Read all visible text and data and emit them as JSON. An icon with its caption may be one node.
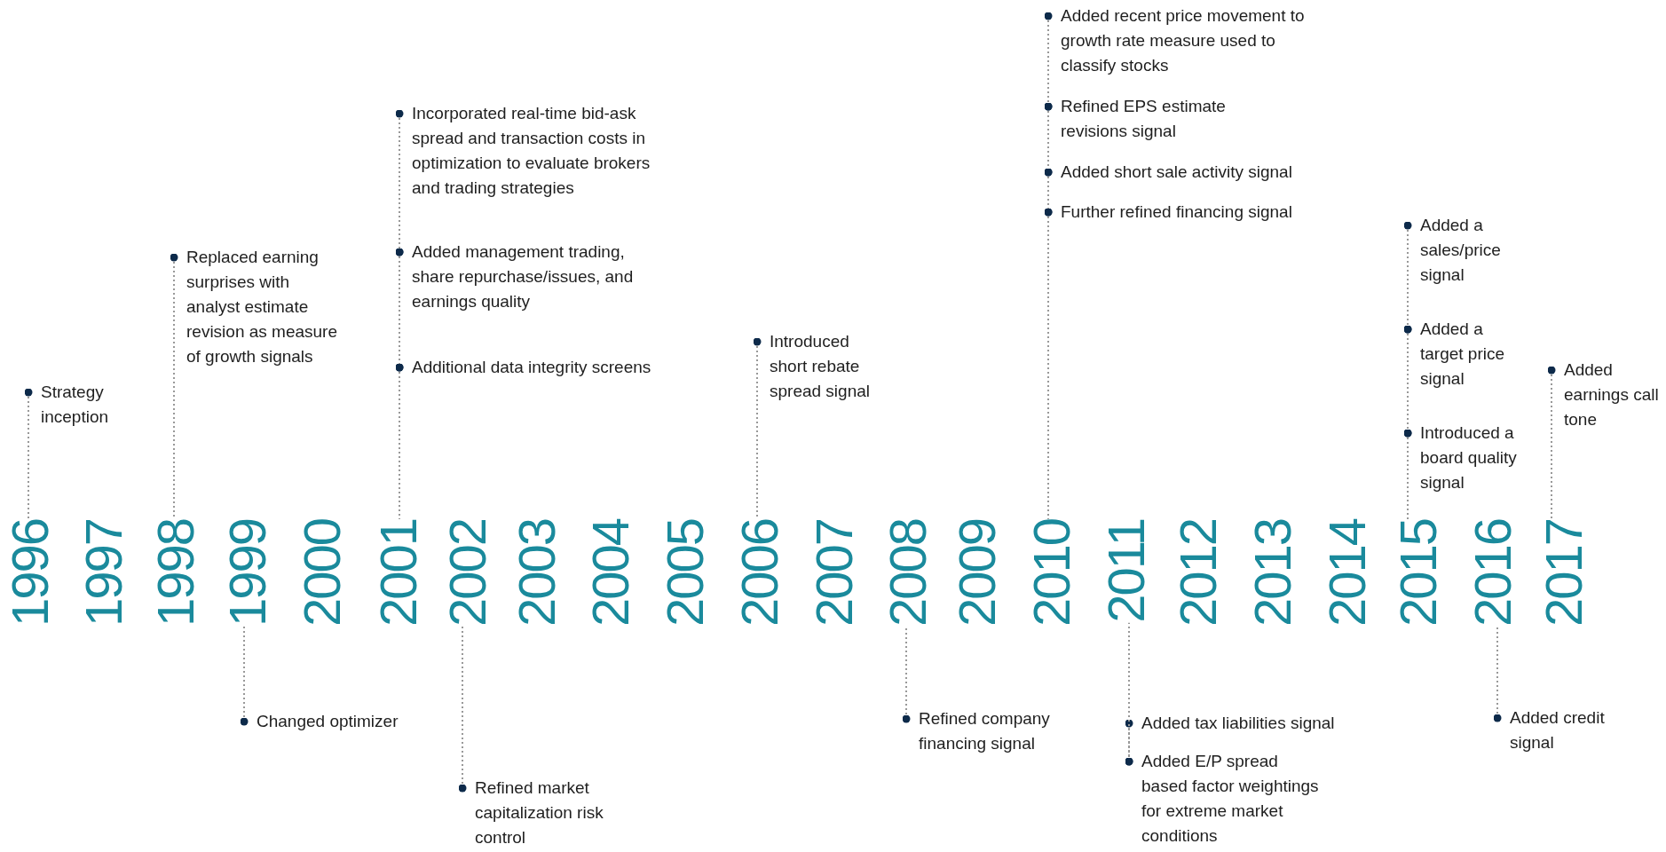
{
  "diagram": {
    "nodes": [
      {
        "text": [
          "1996"
        ]
      },
      {
        "text": [
          "1997"
        ]
      },
      {
        "text": [
          "1998"
        ]
      },
      {
        "text": [
          "1999"
        ]
      },
      {
        "text": [
          "2000"
        ]
      },
      {
        "text": [
          "2001"
        ]
      },
      {
        "text": [
          "2002"
        ]
      },
      {
        "text": [
          "2003"
        ]
      },
      {
        "text": [
          "2004"
        ]
      },
      {
        "text": [
          "2005"
        ]
      },
      {
        "text": [
          "2006"
        ]
      },
      {
        "text": [
          "2007"
        ]
      },
      {
        "text": [
          "2008"
        ]
      },
      {
        "text": [
          "2009"
        ]
      },
      {
        "text": [
          "2010"
        ]
      },
      {
        "text": [
          "2011"
        ]
      },
      {
        "text": [
          "2012"
        ]
      },
      {
        "text": [
          "2013"
        ]
      },
      {
        "text": [
          "2014"
        ]
      },
      {
        "text": [
          "2015"
        ]
      },
      {
        "text": [
          "2016"
        ]
      },
      {
        "text": [
          "2017"
        ]
      },
      {
        "text": [
          "Strategy inception"
        ]
      },
      {
        "text": [
          "Replaced earning surprises with analyst estimate revision as measure of growth signals"
        ]
      },
      {
        "text": [
          "Incorporated real-time bid-ask spread and transaction costs in optimization to evaluate brokers and trading strategies"
        ]
      },
      {
        "text": [
          "Added management trading, share repurchase/issues, and earnings quality"
        ]
      },
      {
        "text": [
          "Additional data integrity screens"
        ]
      },
      {
        "text": [
          "Introduced short rebate spread signal"
        ]
      },
      {
        "text": [
          "Added recent price movement to growth rate measure used to classify stocks"
        ]
      },
      {
        "text": [
          "Refined EPS estimate revisions signal"
        ]
      },
      {
        "text": [
          "Added short sale activity signal"
        ]
      },
      {
        "text": [
          "Further refined financing signal"
        ]
      },
      {
        "text": [
          "Added a sales/price signal"
        ]
      },
      {
        "text": [
          "Added a target price signal"
        ]
      },
      {
        "text": [
          "Introduced a board quality signal"
        ]
      },
      {
        "text": [
          "Added earnings call tone"
        ]
      },
      {
        "text": [
          "Changed optimizer"
        ]
      },
      {
        "text": [
          "Refined market capitalization risk control"
        ]
      },
      {
        "text": [
          "Refined company financing signal"
        ]
      },
      {
        "text": [
          "Added tax liabilities signal"
        ]
      },
      {
        "text": [
          "Added E/P spread based factor weightings for extreme market conditions"
        ]
      },
      {
        "text": [
          "Added credit signal"
        ]
      }
    ],
    "edges": [
      {
        "from": 22,
        "to": 0,
        "arrow": "other"
      },
      {
        "from": 23,
        "to": 2,
        "arrow": "other"
      },
      {
        "from": 24,
        "to": 25,
        "arrow": "other"
      },
      {
        "from": 25,
        "to": 26,
        "arrow": "other"
      },
      {
        "from": 26,
        "to": 5,
        "arrow": "other"
      },
      {
        "from": 27,
        "to": 10,
        "arrow": "other"
      },
      {
        "from": 28,
        "to": 29,
        "arrow": "other"
      },
      {
        "from": 29,
        "to": 30,
        "arrow": "other"
      },
      {
        "from": 30,
        "to": 31,
        "arrow": "other"
      },
      {
        "from": 31,
        "to": 14,
        "arrow": "other"
      },
      {
        "from": 32,
        "to": 33,
        "arrow": "other"
      },
      {
        "from": 33,
        "to": 34,
        "arrow": "other"
      },
      {
        "from": 34,
        "to": 19,
        "arrow": "other"
      },
      {
        "from": 35,
        "to": 21,
        "arrow": "other"
      },
      {
        "from": 36,
        "to": 3,
        "arrow": "other"
      },
      {
        "from": 37,
        "to": 6,
        "arrow": "other"
      },
      {
        "from": 38,
        "to": 12,
        "arrow": "other"
      },
      {
        "from": 39,
        "to": 40,
        "arrow": "other"
      },
      {
        "from": 40,
        "to": 15,
        "arrow": "other"
      },
      {
        "from": 41,
        "to": 20,
        "arrow": "other"
      }
    ]
  }
}
